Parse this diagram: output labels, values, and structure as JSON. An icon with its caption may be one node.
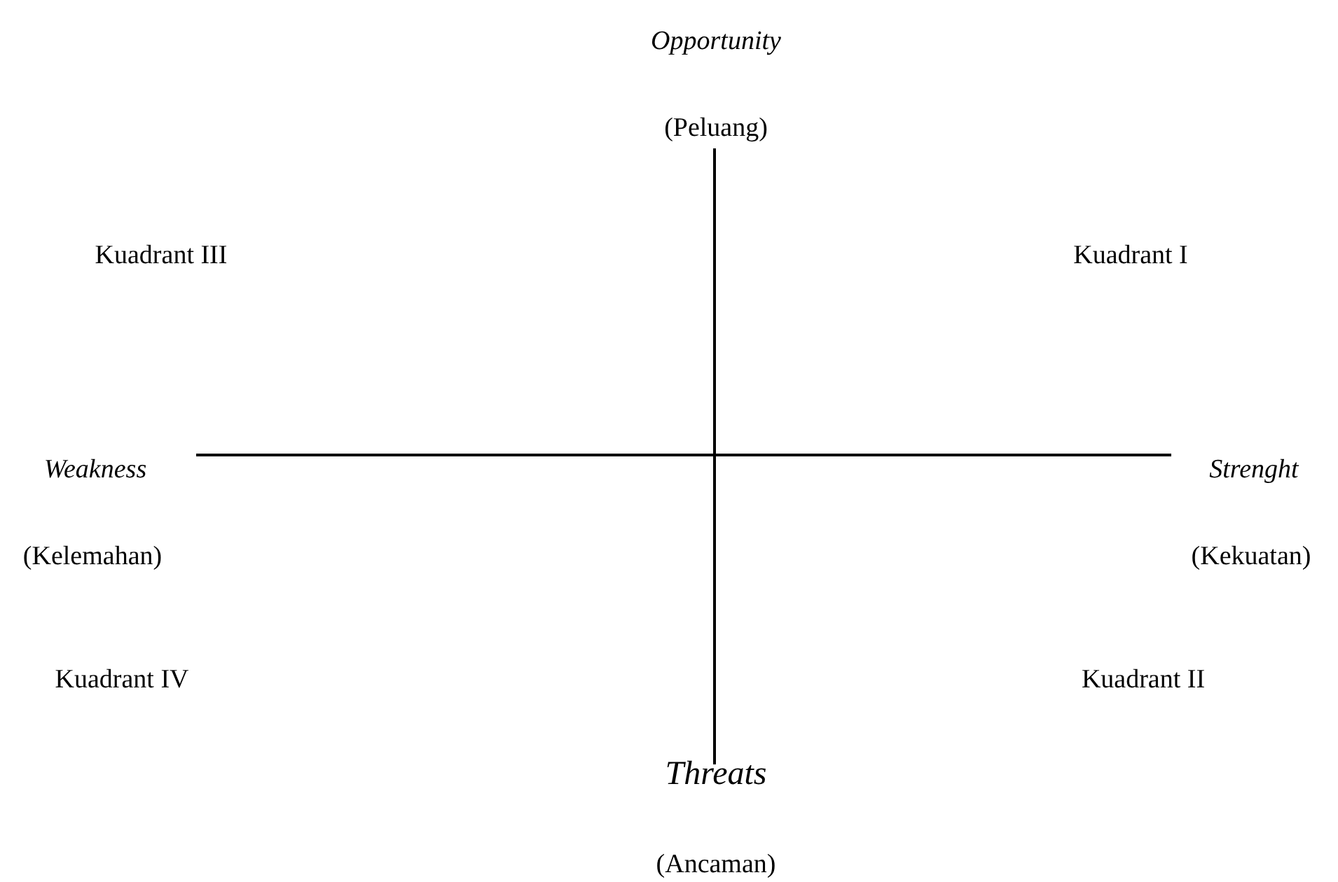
{
  "diagram": {
    "labels": [
      "Opportunity",
      "(Peluang)",
      "Kuadrant III",
      "Kuadrant I",
      "Weakness",
      "Strenght",
      "(Kelemahan)",
      "(Kekuatan)",
      "Kuadrant IV",
      "Kuadrant II",
      "Threats",
      "(Ancaman)"
    ]
  }
}
